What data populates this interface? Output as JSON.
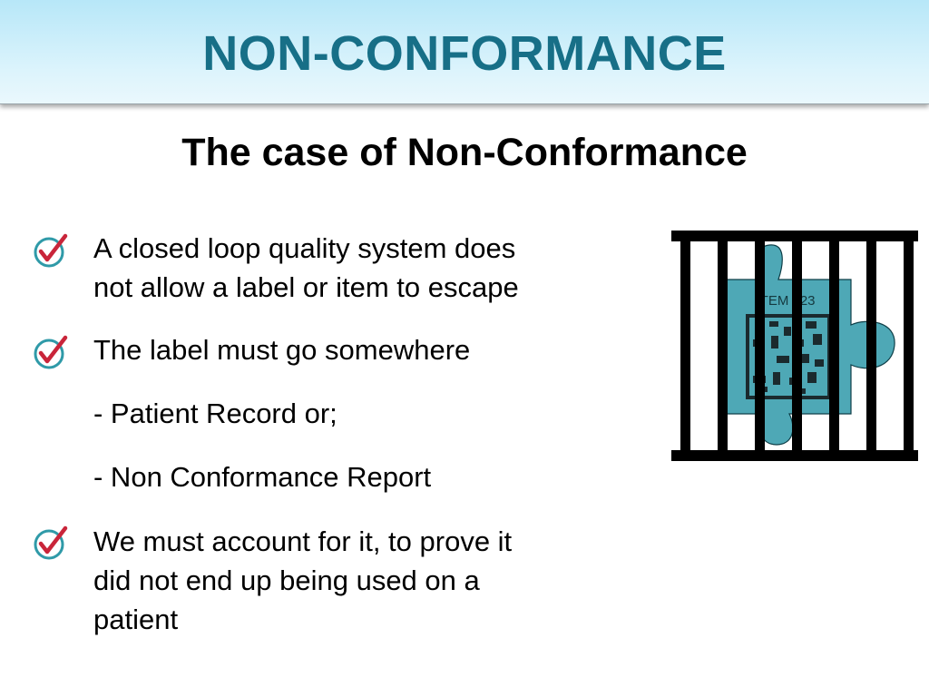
{
  "slide": {
    "title": "NON-CONFORMANCE",
    "subtitle": "The case of Non-Conformance",
    "bullets": [
      {
        "icon": "checkmark-icon",
        "text": "A closed loop quality system does\nnot allow a label or item to escape"
      },
      {
        "icon": "checkmark-icon",
        "text": "The label must go somewhere"
      },
      {
        "icon": "none",
        "text": "- Patient Record or;"
      },
      {
        "icon": "none",
        "text": "- Non Conformance Report"
      },
      {
        "icon": "checkmark-icon",
        "text": "We must account for it, to prove it\ndid not end up being used on a\npatient"
      }
    ],
    "graphic": {
      "label": "ITEM 123",
      "puzzle_color": "#4ea8b6",
      "bar_color": "#000000"
    },
    "colors": {
      "title": "#176f87",
      "check_mark": "#c9253a",
      "check_circle": "#2f9aa8"
    }
  }
}
